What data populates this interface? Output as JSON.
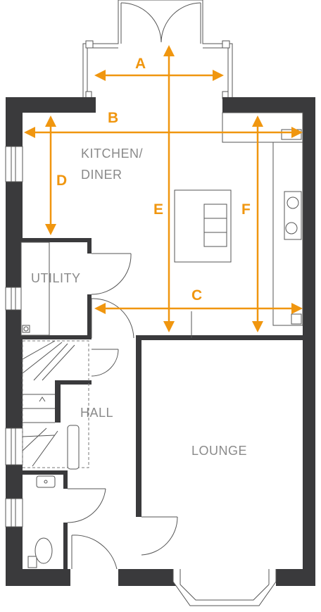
{
  "rooms": {
    "kitchen_line1": "KITCHEN/",
    "kitchen_line2": "DINER",
    "utility": "UTILITY",
    "hall": "HALL",
    "lounge": "LOUNGE"
  },
  "dimensions": {
    "a": "A",
    "b": "B",
    "c": "C",
    "d": "D",
    "e": "E",
    "f": "F"
  },
  "colors": {
    "wall": "#3a3a3c",
    "dimension": "#f0960f",
    "label": "#8a8a8a"
  }
}
